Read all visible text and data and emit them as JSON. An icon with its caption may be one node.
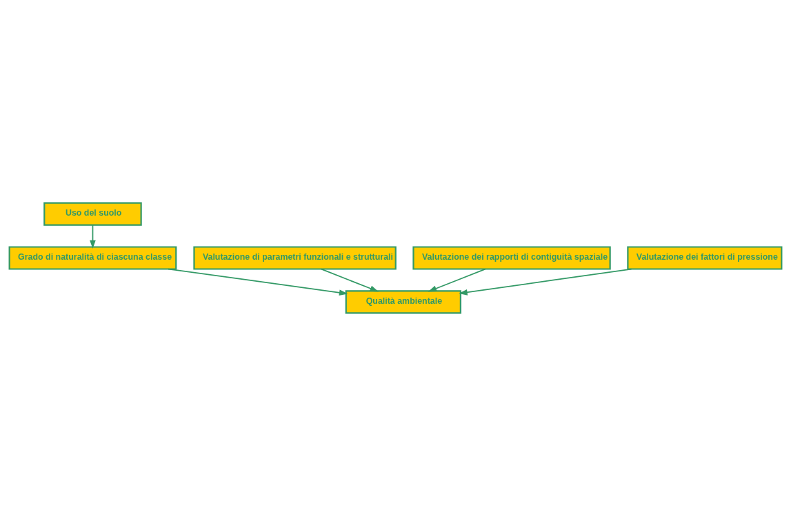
{
  "diagram": {
    "nodes": [
      {
        "text": [
          "Uso del suolo"
        ]
      },
      {
        "text": [
          "Grado di naturalità di ciascuna classe"
        ]
      },
      {
        "text": [
          "Valutazione di parametri funzionali e strutturali"
        ]
      },
      {
        "text": [
          "Valutazione dei rapporti di contiguità spaziale"
        ]
      },
      {
        "text": [
          "Valutazione dei fattori di pressione"
        ]
      },
      {
        "text": [
          "Qualità ambientale"
        ]
      }
    ],
    "edges": [
      {
        "from": 0,
        "to": 1,
        "arrow": "to"
      },
      {
        "from": 1,
        "to": 5,
        "arrow": "to"
      },
      {
        "from": 2,
        "to": 5,
        "arrow": "to"
      },
      {
        "from": 3,
        "to": 5,
        "arrow": "to"
      },
      {
        "from": 4,
        "to": 5,
        "arrow": "to"
      }
    ]
  }
}
